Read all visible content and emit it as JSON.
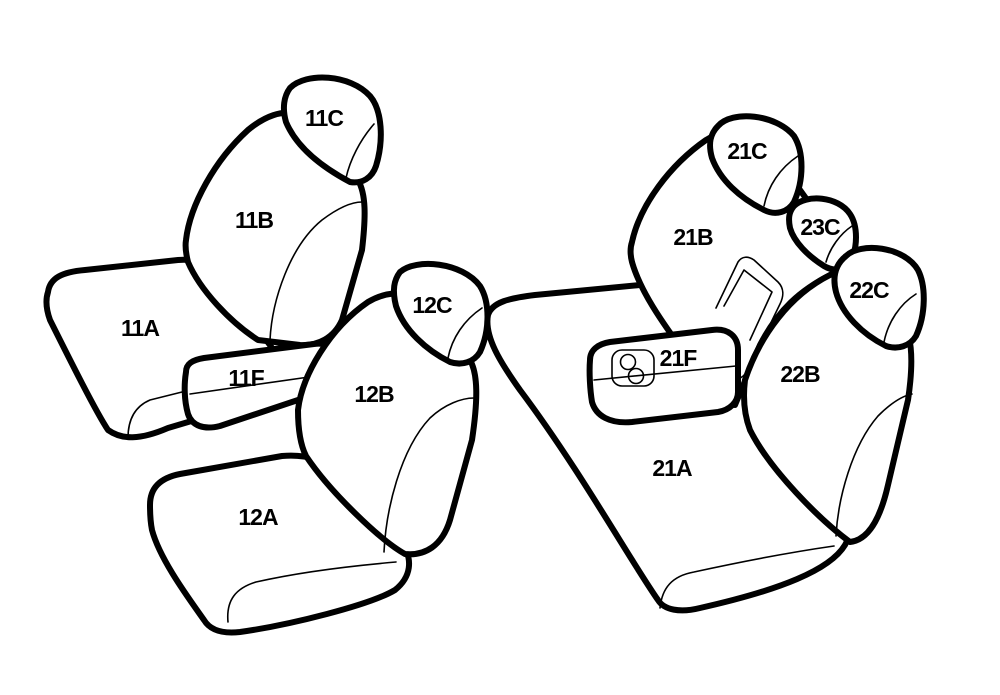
{
  "diagram": {
    "front_seat_left": {
      "cushion": "11A",
      "backrest": "11B",
      "headrest": "11C",
      "armrest": "11F"
    },
    "front_seat_right": {
      "cushion": "12A",
      "backrest": "12B",
      "headrest": "12C"
    },
    "rear_bench": {
      "cushion": "21A",
      "backrest_left": "21B",
      "headrest_left": "21C",
      "armrest": "21F",
      "backrest_right": "22B",
      "headrest_right": "22C",
      "headrest_center": "23C"
    }
  }
}
